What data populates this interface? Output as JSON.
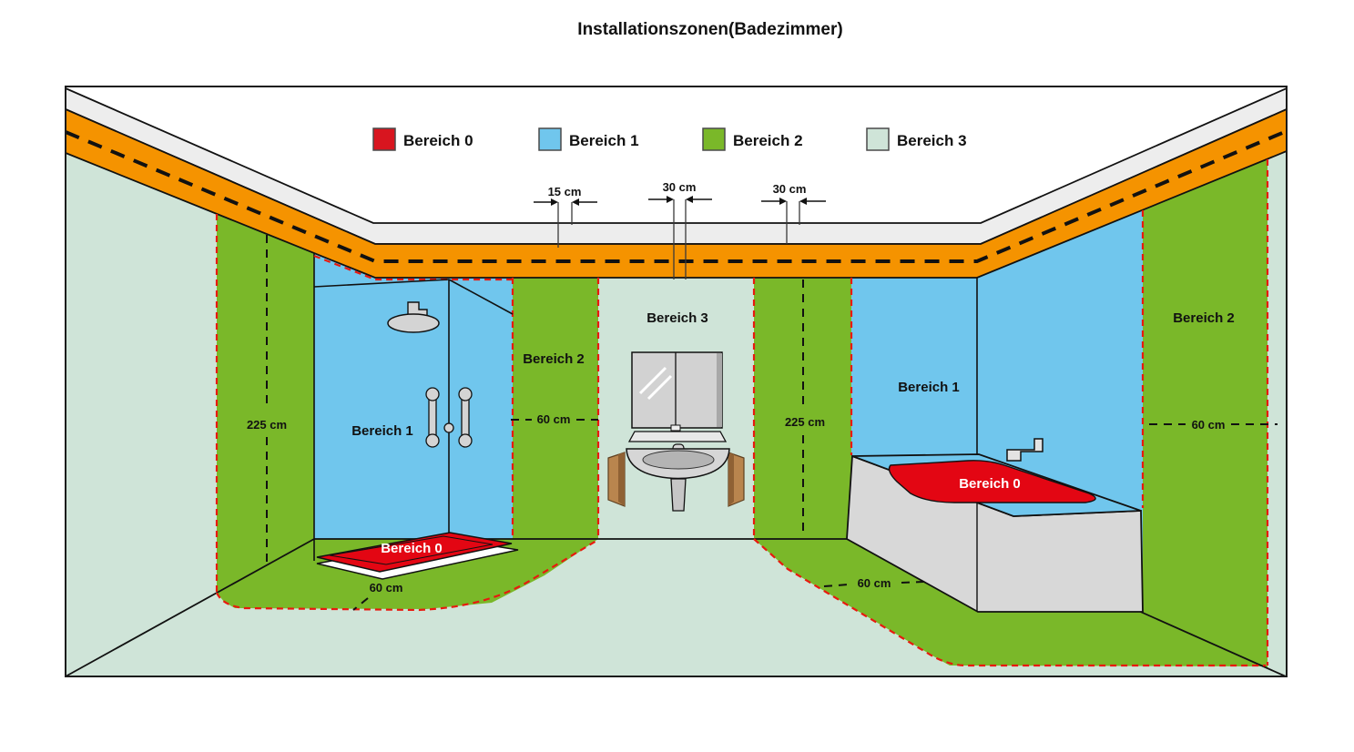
{
  "title": "Installationszonen(Badezimmer)",
  "legend": {
    "items": [
      {
        "label": "Bereich 0",
        "color": "#d8151f"
      },
      {
        "label": "Bereich 1",
        "color": "#70c6ed"
      },
      {
        "label": "Bereich 2",
        "color": "#7ab829"
      },
      {
        "label": "Bereich 3",
        "color": "#cfe4d8"
      }
    ]
  },
  "zones": {
    "z0": "Bereich 0",
    "z1": "Bereich 1",
    "z2": "Bereich 2",
    "z3": "Bereich 3"
  },
  "ann": {
    "d15": "15 cm",
    "d30_mirror": "30 cm",
    "d30_tub": "30 cm",
    "h225_left": "225 cm",
    "h225_mid": "225 cm",
    "w60_strip": "60 cm",
    "w60_right": "60 cm",
    "f60_shower": "60 cm",
    "f60_tub": "60 cm"
  },
  "colors": {
    "bereich0_red": "#e30613",
    "bereich1_blue": "#70c6ed",
    "bereich2_green": "#7ab829",
    "bereich3_lightgreen": "#cfe4d8",
    "ceiling_band_orange": "#f59300",
    "ceiling_slab_gray": "#ededed",
    "zone_boundary_red_dash": "#e8190f",
    "outline_black": "#111111"
  }
}
